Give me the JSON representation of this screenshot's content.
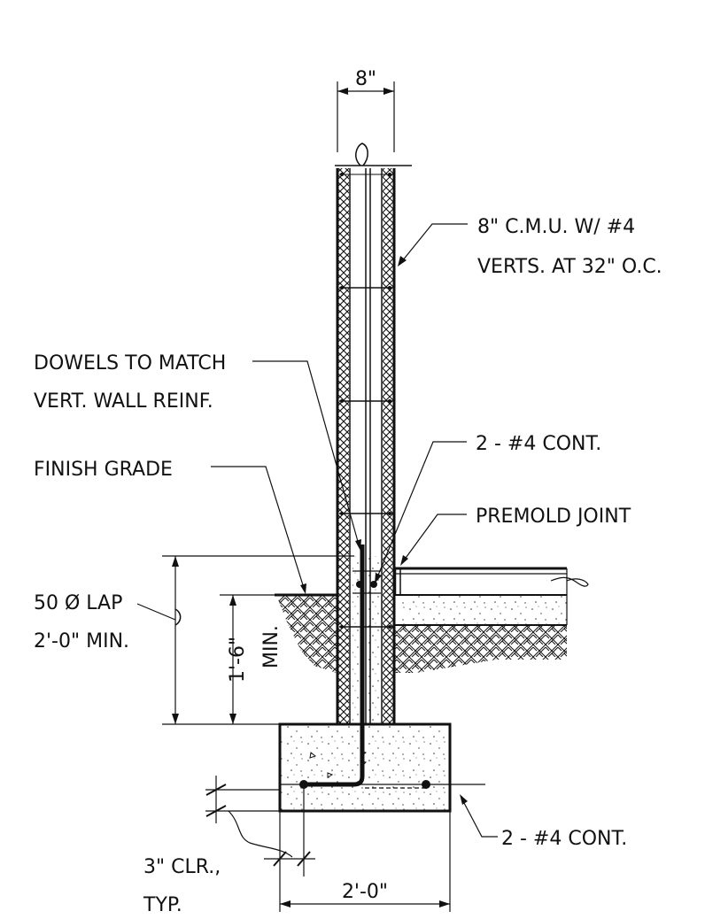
{
  "labels": {
    "wall_width": "8\"",
    "cmu_line1": "8\" C.M.U. W/ #4",
    "cmu_line2": "VERTS. AT 32\" O.C.",
    "dowels_line1": "DOWELS TO MATCH",
    "dowels_line2": "VERT. WALL REINF.",
    "cont_upper": "2 - #4 CONT.",
    "finish_grade": "FINISH GRADE",
    "premold_joint": "PREMOLD JOINT",
    "lap_line1": "50 Ø LAP",
    "lap_line2": "2'-0\" MIN.",
    "depth_dim": "1'-6\"",
    "depth_min": "MIN.",
    "cont_lower": "2 - #4 CONT.",
    "clr_line1": "3\" CLR.,",
    "clr_line2": "TYP.",
    "footing_width": "2'-0\""
  }
}
